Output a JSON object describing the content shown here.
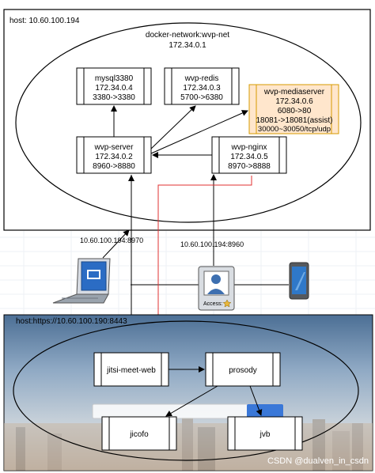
{
  "top_host": {
    "label": "host: 10.60.100.194"
  },
  "docker_network": {
    "name": "docker-network:wvp-net",
    "subnet": "172.34.0.1"
  },
  "nodes": {
    "mysql": {
      "name": "mysql3380",
      "ip": "172.34.0.4",
      "port": "3380->3380"
    },
    "redis": {
      "name": "wvp-redis",
      "ip": "172.34.0.3",
      "port": "5700->6380"
    },
    "mediaserver": {
      "name": "wvp-mediaserver",
      "ip": "172.34.0.6",
      "ports": [
        "6080->80",
        "18081->18081(assist)",
        "30000~30050/tcp/udp"
      ]
    },
    "server": {
      "name": "wvp-server",
      "ip": "172.34.0.2",
      "port": "8960->8880"
    },
    "nginx": {
      "name": "wvp-nginx",
      "ip": "172.34.0.5",
      "port": "8970->8888"
    }
  },
  "links": {
    "left": "10.60.100.194:8970",
    "right": "10.60.100.194:8960"
  },
  "access_badge": {
    "label": "Access:"
  },
  "bottom_host": {
    "label": "host:https://10.60.100.190:8443",
    "nodes": {
      "jitsi": "jitsi-meet-web",
      "prosody": "prosody",
      "jicofo": "jicofo",
      "jvb": "jvb"
    }
  },
  "watermark": "CSDN @dualven_in_csdn",
  "colors": {
    "media_fill": "#ffe6cc",
    "media_stroke": "#d79b00",
    "red_line": "#e03030",
    "link_line": "#444444"
  }
}
